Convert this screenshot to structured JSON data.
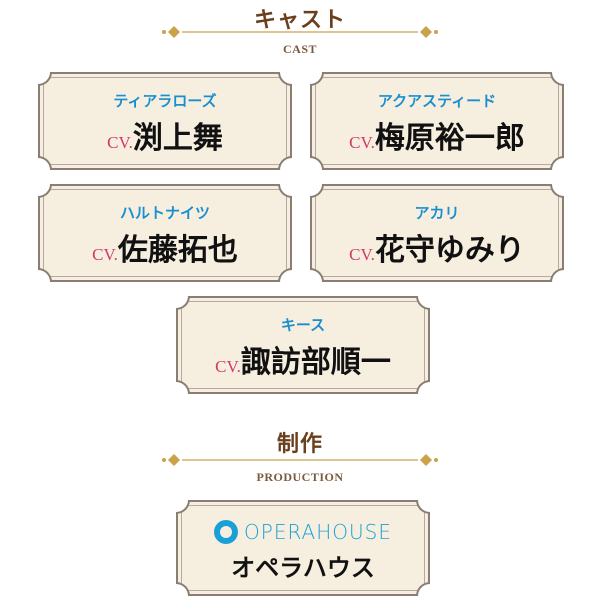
{
  "cast_section": {
    "title": "キャスト",
    "subtitle": "CAST"
  },
  "cast": [
    {
      "role": "ティアラローズ",
      "cv_label": "CV.",
      "actor": "渕上舞"
    },
    {
      "role": "アクアスティード",
      "cv_label": "CV.",
      "actor": "梅原裕一郎"
    },
    {
      "role": "ハルトナイツ",
      "cv_label": "CV.",
      "actor": "佐藤拓也"
    },
    {
      "role": "アカリ",
      "cv_label": "CV.",
      "actor": "花守ゆみり"
    },
    {
      "role": "キース",
      "cv_label": "CV.",
      "actor": "諏訪部順一"
    }
  ],
  "production_section": {
    "title": "制作",
    "subtitle": "PRODUCTION"
  },
  "production": {
    "logo_text": "OPERAHOUSE",
    "studio_name": "オペラハウス"
  },
  "colors": {
    "heading": "#6b3f1c",
    "role": "#1a8fd0",
    "cv": "#d2386c",
    "ornament": "#c9a24a",
    "card_bg": "#f6efdf",
    "logo": "#1aa0d8"
  }
}
